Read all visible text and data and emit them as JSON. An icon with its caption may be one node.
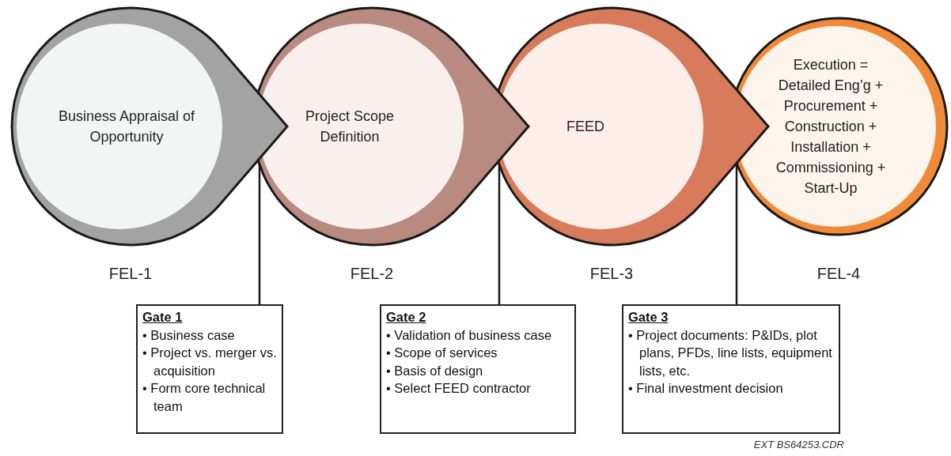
{
  "diagram": {
    "nodes": [
      {
        "text": [
          "Business Appraisal of Opportunity"
        ],
        "beside": [
          "FEL-1"
        ]
      },
      {
        "text": [
          "Project Scope Definition"
        ],
        "beside": [
          "FEL-2"
        ]
      },
      {
        "text": [
          "FEED"
        ],
        "beside": [
          "FEL-3"
        ]
      },
      {
        "text": [
          "Execution = Detailed Eng’g + Procurement + Construction + Installation + Commissioning + Start-Up"
        ],
        "beside": [
          "FEL-4"
        ]
      },
      {
        "text": [
          "Gate 1",
          "• Business case",
          "• Project vs. merger vs. acquisition",
          "• Form core technical team"
        ]
      },
      {
        "text": [
          "Gate 2",
          "• Validation of business case",
          "• Scope of services",
          "• Basis of design",
          "• Select FEED contractor"
        ]
      },
      {
        "text": [
          "Gate 3",
          "• Project documents: P&IDs, plot plans, PFDs, line lists, equipment lists, etc.",
          "• Final investment decision"
        ]
      }
    ],
    "edges": [
      {
        "from": 4,
        "to": 1,
        "arrow": "none"
      },
      {
        "from": 5,
        "to": 2,
        "arrow": "none"
      },
      {
        "from": 6,
        "to": 3,
        "arrow": "none"
      }
    ],
    "labels": [
      "EXT BS64253.CDR"
    ]
  }
}
